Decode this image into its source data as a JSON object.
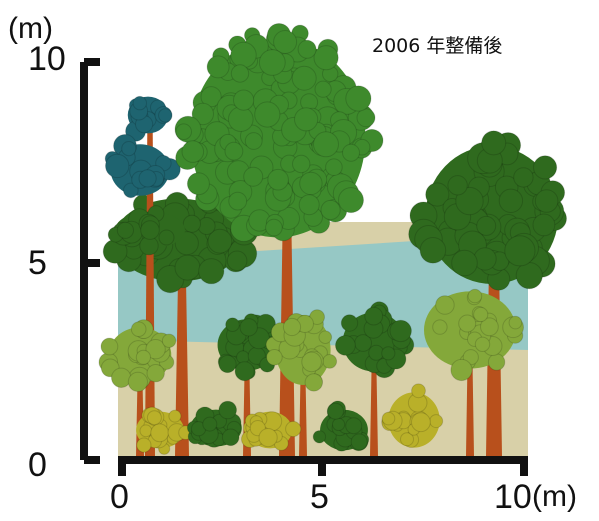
{
  "title": "2006 年整備後",
  "y_axis": {
    "unit": "(m)",
    "ticks": [
      "10",
      "5",
      "0"
    ]
  },
  "x_axis": {
    "ticks": [
      "0",
      "5",
      "10"
    ],
    "unit": "(m)"
  },
  "colors": {
    "ground": "#d8d0a8",
    "shrub_band": "#8fc6c8",
    "axis": "#111111",
    "trunk": "#b8501c",
    "canopy_dark": "#2f6a1e",
    "canopy_mid": "#3e8a2c",
    "canopy_light": "#84a83a",
    "canopy_teal": "#1e6470",
    "canopy_yellow": "#b9b029"
  }
}
